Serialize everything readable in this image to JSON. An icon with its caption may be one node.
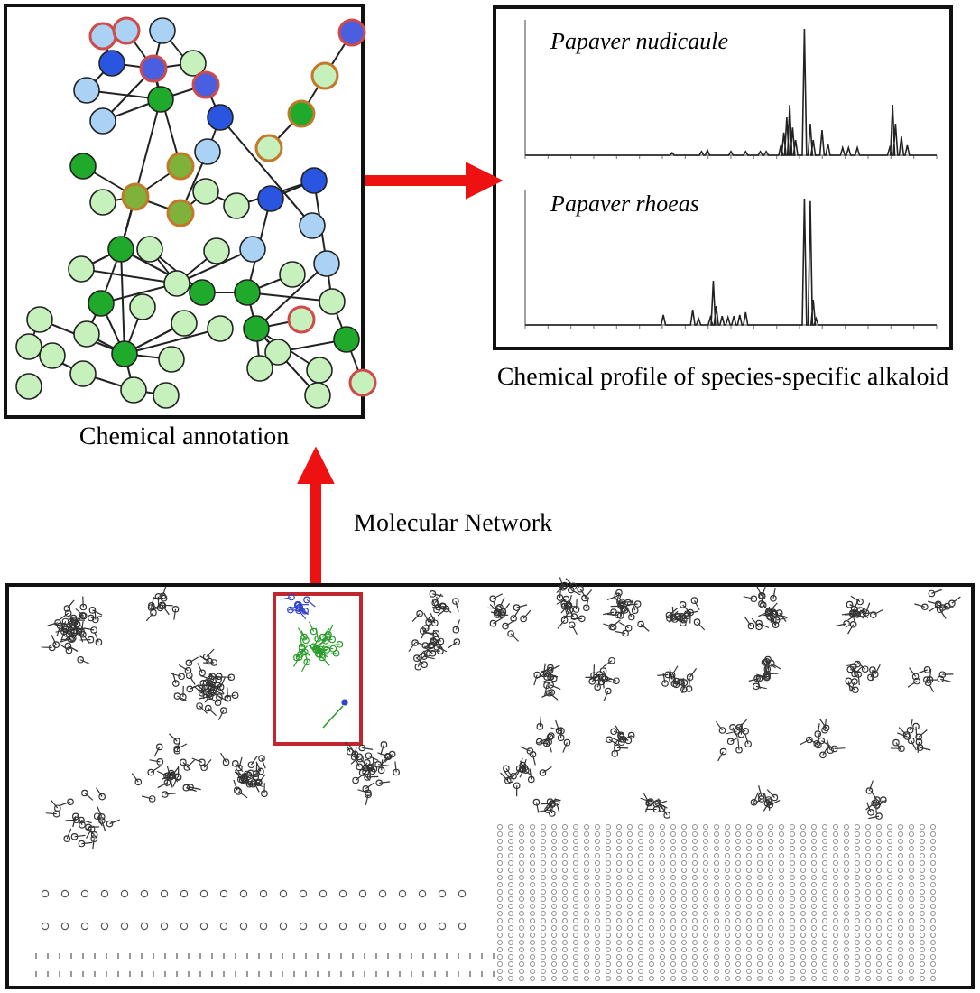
{
  "diagram": {
    "nodes": [
      {
        "text": [],
        "shape": "picture",
        "beside": [
          "Chemical annotation"
        ]
      },
      {
        "text": [
          "Papaver nudicaule",
          "Papaver rhoeas"
        ],
        "beside": [
          "Chemical profile of species-specific alkaloid"
        ]
      },
      {
        "text": [],
        "shape": "picture"
      },
      {
        "text": [],
        "shape": "box",
        "in": 2
      }
    ],
    "edges": [
      {
        "from": 0,
        "to": 1,
        "arrow": "to"
      },
      {
        "from": 2,
        "to": 0,
        "arrow": "to",
        "label": "Molecular Network"
      }
    ]
  }
}
